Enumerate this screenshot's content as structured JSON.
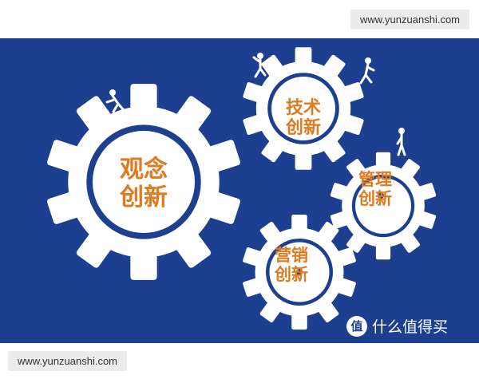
{
  "watermark_top": "www.yunzuanshi.com",
  "watermark_bottom": "www.yunzuanshi.com",
  "gears": {
    "big": {
      "line1": "观念",
      "line2": "创新"
    },
    "tech": {
      "line1": "技术",
      "line2": "创新"
    },
    "mgmt": {
      "line1": "管理",
      "line2": "创新"
    },
    "mkt": {
      "line1": "营销",
      "line2": "创新"
    }
  },
  "brand": {
    "logo_char": "值",
    "text": "什么值得买"
  },
  "colors": {
    "background": "#1d3f8f",
    "gear": "#ffffff",
    "text": "#e07a1f"
  }
}
